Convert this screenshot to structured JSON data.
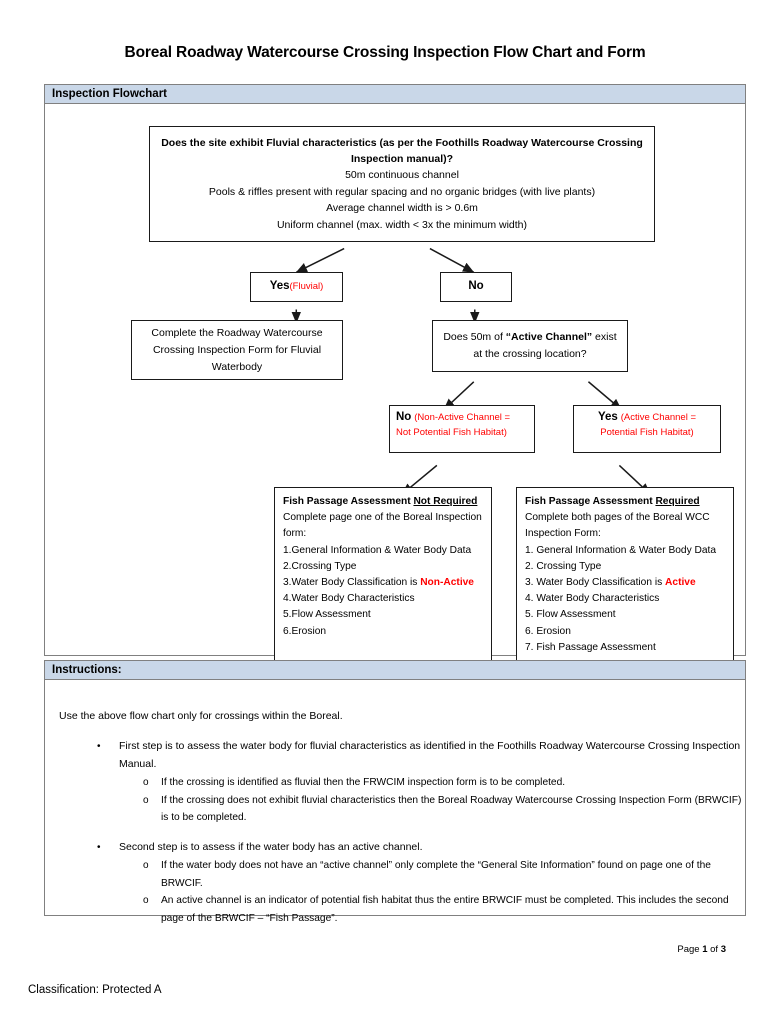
{
  "document": {
    "title": "Boreal Roadway Watercourse Crossing Inspection Flow Chart and Form",
    "page_number": "Page 1 of 3",
    "page_number_prefix": "Page ",
    "page_number_current": "1",
    "page_number_of": " of ",
    "page_number_total": "3",
    "classification": "Classification: Protected A"
  },
  "flowchart": {
    "header": "Inspection Flowchart",
    "root": {
      "question_bold": "Does the site exhibit Fluvial characteristics (as per the Foothills Roadway Watercourse Crossing Inspection manual)?",
      "criteria": [
        "50m continuous channel",
        "Pools & riffles present with regular spacing and no organic bridges (with live plants)",
        "Average channel width is > 0.6m",
        "Uniform channel (max. width < 3x the minimum width)"
      ]
    },
    "yes1": {
      "label": "Yes",
      "note": "(Fluvial)"
    },
    "no1": {
      "label": "No"
    },
    "fluvial_outcome": "Complete the Roadway Watercourse Crossing Inspection Form for Fluvial Waterbody",
    "active_question": {
      "part1": "Does 50m of ",
      "quoted": "“Active Channel”",
      "part2": " exist",
      "line2": "at the crossing location?"
    },
    "no2": {
      "label": "No",
      "note_line1": "(Non-Active Channel =",
      "note_line2": "Not Potential Fish Habitat)"
    },
    "yes2": {
      "label": "Yes",
      "note_line1": "(Active Channel =",
      "note_line2": "Potential Fish Habitat)"
    },
    "detail_left": {
      "title_plain": "Fish Passage Assessment ",
      "title_underlined": "Not Required",
      "intro_line1": "Complete page one of the Boreal Inspection",
      "intro_line2": "form:",
      "items": [
        "1.General Information & Water Body Data",
        "2.Crossing Type",
        "4.Water Body Characteristics",
        "5.Flow Assessment",
        "6.Erosion"
      ],
      "item3_prefix": "3.Water Body Classification is ",
      "item3_highlight": "Non-Active"
    },
    "detail_right": {
      "title_plain": "Fish Passage Assessment ",
      "title_underlined": "Required",
      "intro_line1": "Complete both pages of the Boreal WCC",
      "intro_line2": "Inspection Form:",
      "items": [
        "1. General Information & Water Body Data",
        "2. Crossing Type",
        "4. Water Body Characteristics",
        "5. Flow Assessment",
        "6. Erosion",
        "7. Fish Passage Assessment"
      ],
      "item3_prefix": "3. Water Body Classification is ",
      "item3_highlight": "Active"
    }
  },
  "instructions": {
    "header": "Instructions:",
    "lead": "Use the above flow chart only for crossings within the Boreal.",
    "bullet_glyph": "•",
    "subbullet_glyph": "o",
    "groups": [
      {
        "main": "First step is to assess the water body for fluvial characteristics as identified in the Foothills Roadway Watercourse Crossing Inspection Manual.",
        "subs": [
          "If the crossing is identified as fluvial then the FRWCIM inspection form is to be completed.",
          "If the crossing does not exhibit fluvial characteristics then the Boreal Roadway Watercourse Crossing Inspection Form (BRWCIF) is to be completed."
        ]
      },
      {
        "main": "Second step is to assess if the water body has an active channel.",
        "subs": [
          "If the water body does not have an “active channel” only complete the “General Site Information” found on page one of the BRWCIF.",
          "An active channel is an indicator of potential fish habitat thus the entire BRWCIF must be completed. This includes the second page of the BRWCIF – “Fish Passage”."
        ]
      }
    ]
  },
  "colors": {
    "header_band": "#c9d7e8",
    "accent_red": "#ff0000",
    "border": "#808080",
    "box_border": "#1a1a1a"
  }
}
